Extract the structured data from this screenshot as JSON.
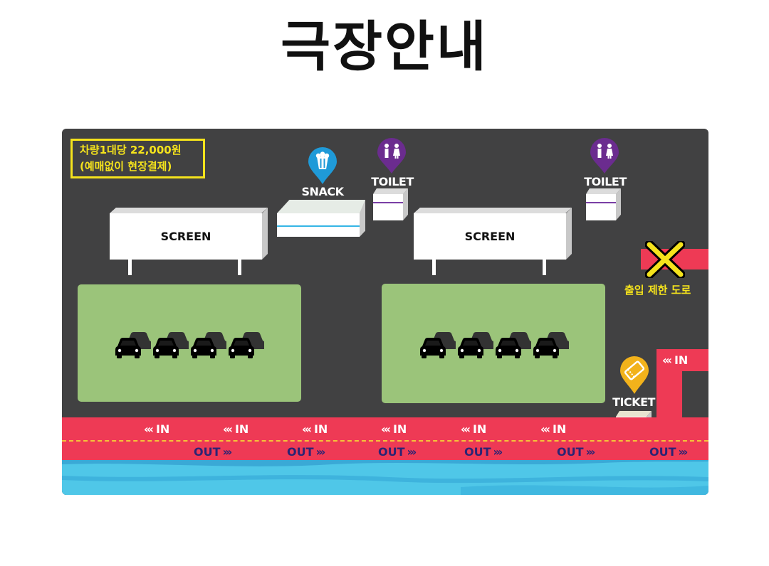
{
  "title": "극장안내",
  "notice": {
    "line1": "차량1대당 22,000원",
    "line2": "(예매없이 현장결제)"
  },
  "labels": {
    "screen": "SCREEN",
    "snack": "SNACK",
    "toilet": "TOILET",
    "ticket": "TICKET",
    "restricted": "출입 제한 도로",
    "lane_in": "IN",
    "lane_out": "OUT",
    "chevron_left": "«‹",
    "chevron_right": "›››"
  },
  "colors": {
    "background": "#414142",
    "road": "#ee3a55",
    "lot": "#9bc47a",
    "water": "#4fc7e8",
    "notice": "#f5e31c",
    "snack_pin": "#1f9ad8",
    "toilet_pin": "#6b2c8f",
    "ticket_pin": "#f2b21b",
    "out_text": "#2b2474"
  },
  "icons": [
    "popcorn-icon",
    "restroom-icon",
    "ticket-icon",
    "car-icon",
    "no-entry-cross-icon"
  ]
}
